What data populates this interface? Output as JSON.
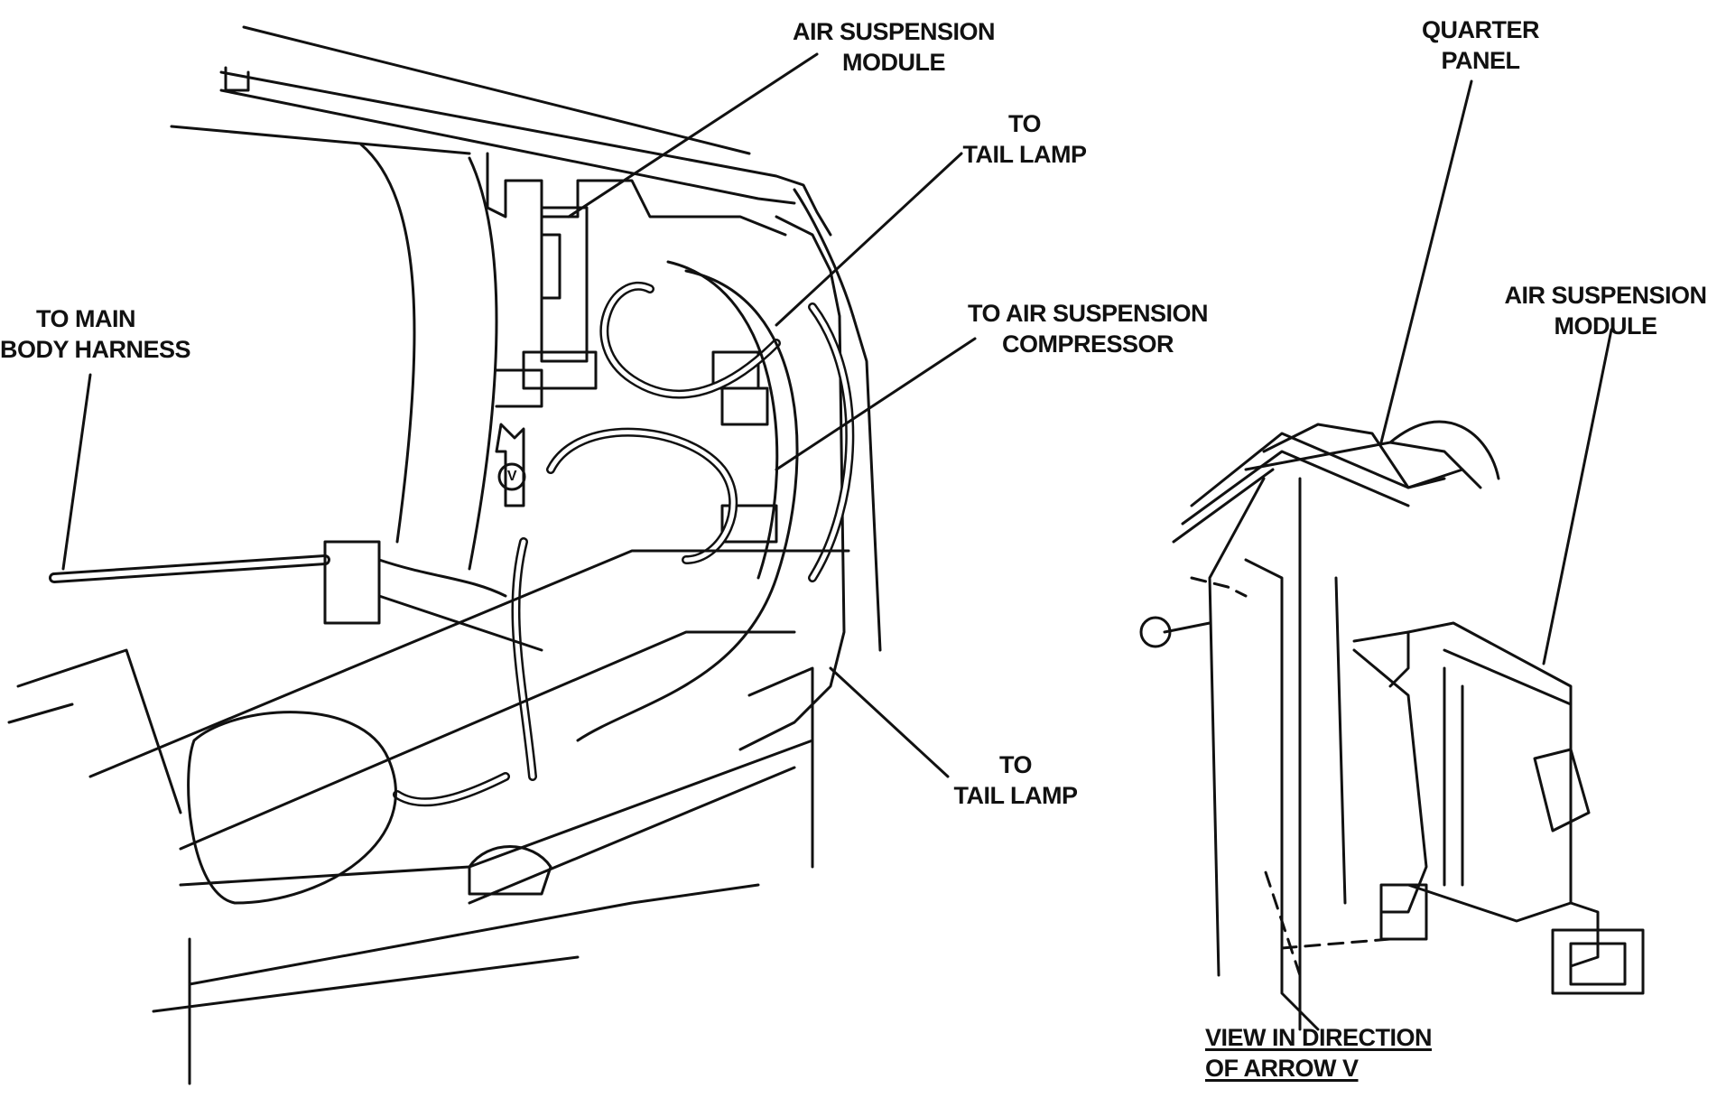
{
  "labels": {
    "air_suspension_module_main": [
      "AIR SUSPENSION",
      "MODULE"
    ],
    "to_tail_lamp_upper": [
      "TO",
      "TAIL LAMP"
    ],
    "to_main_body_harness": [
      "TO MAIN",
      "BODY HARNESS"
    ],
    "to_air_suspension_compressor": [
      "TO AIR SUSPENSION",
      "COMPRESSOR"
    ],
    "to_tail_lamp_lower": [
      "TO",
      "TAIL LAMP"
    ],
    "quarter_panel": [
      "QUARTER",
      "PANEL"
    ],
    "air_suspension_module_detail": [
      "AIR SUSPENSION",
      "MODULE"
    ],
    "view_caption": [
      "VIEW IN DIRECTION",
      "OF ARROW V"
    ],
    "arrow_marker": "V"
  }
}
